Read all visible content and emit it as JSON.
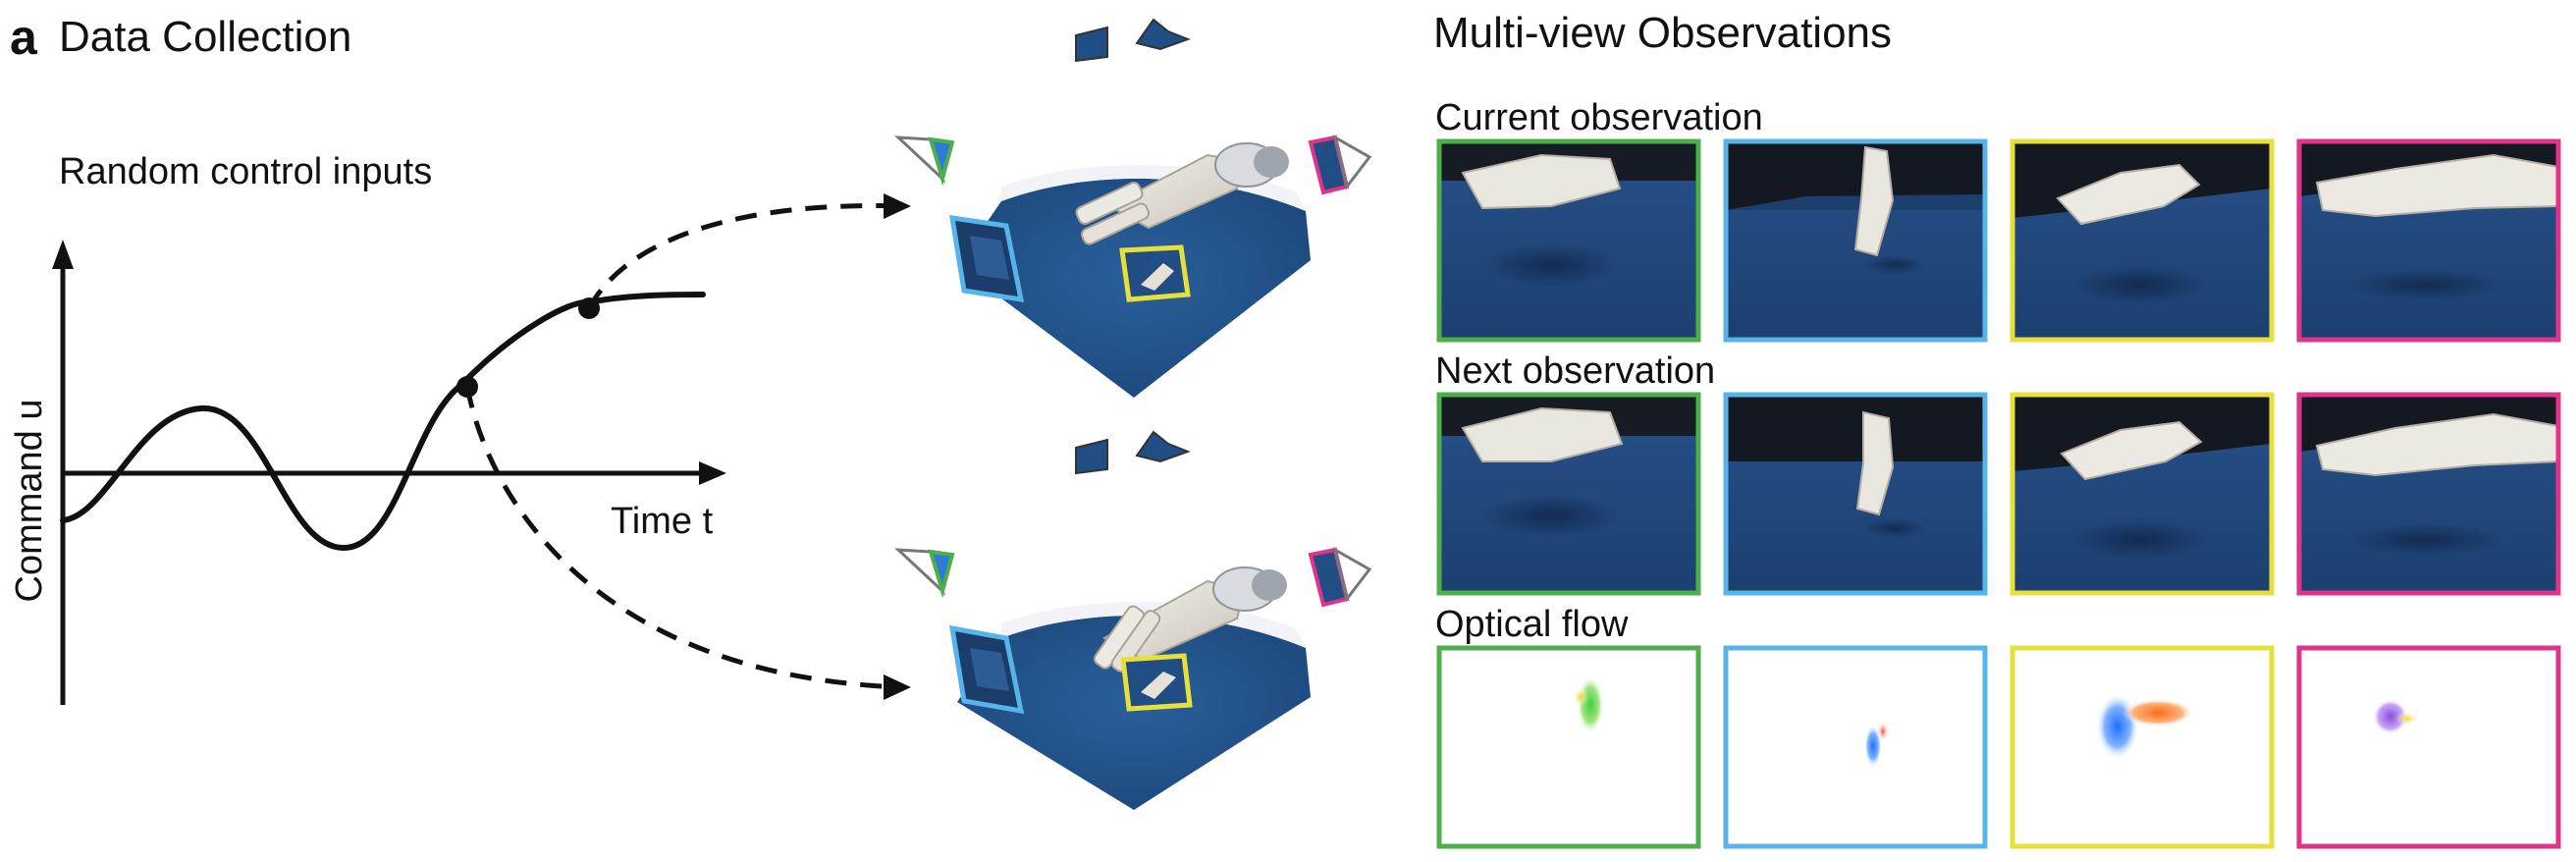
{
  "panel": {
    "letter": "a",
    "title": "Data Collection",
    "control_title": "Random control inputs",
    "y_axis_label": "Command u",
    "x_axis_label": "Time t"
  },
  "multiview": {
    "title": "Multi-view Observations",
    "rows": [
      {
        "label": "Current observation"
      },
      {
        "label": "Next observation"
      },
      {
        "label": "Optical flow"
      }
    ],
    "view_colors": [
      "#4daf4a",
      "#56b4e9",
      "#e8e03a",
      "#e0338a"
    ]
  },
  "colors": {
    "table_blue": "#1f4f86",
    "dark_bg": "#141821",
    "hand_white": "#e9e6df"
  }
}
